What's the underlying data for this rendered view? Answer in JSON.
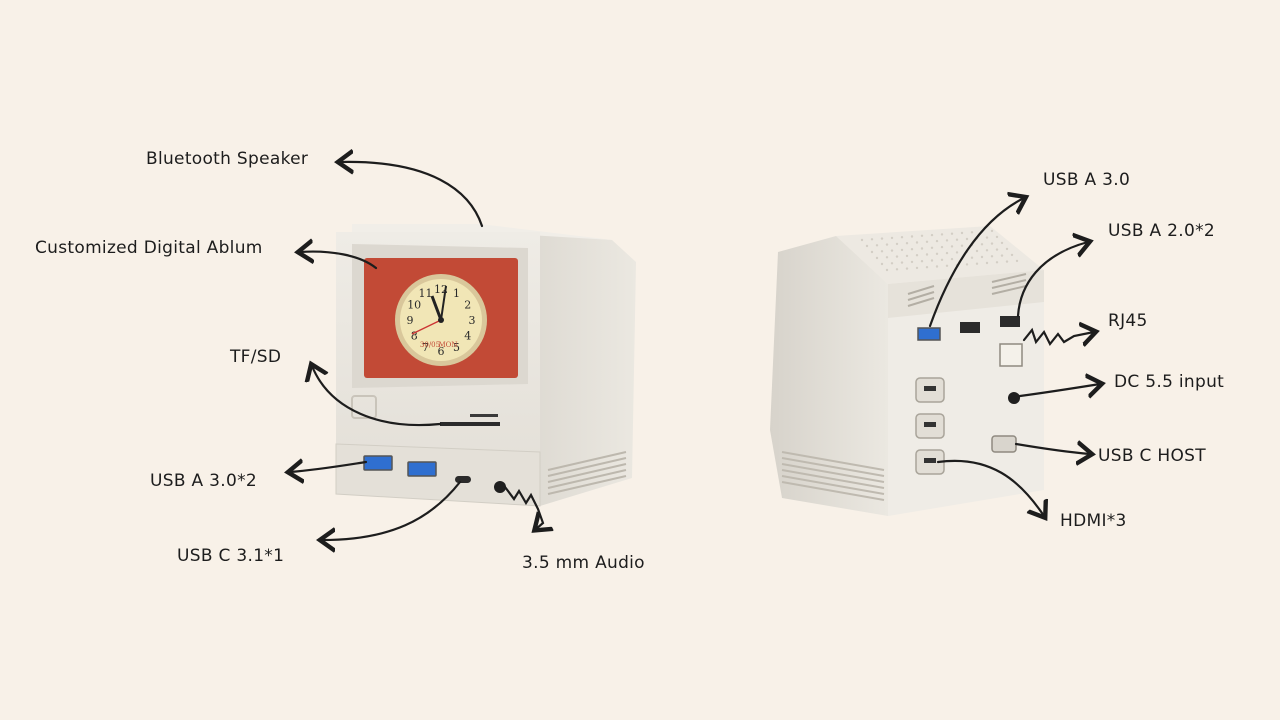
{
  "colors": {
    "background": "#f8f1e8",
    "device_body": "#e8e4dc",
    "screen_red": "#c24a36",
    "clock_face": "#f1e6b6",
    "usb3_blue": "#2f6fd0",
    "ink": "#1d1d1d"
  },
  "front_labels": {
    "bluetooth": "Bluetooth Speaker",
    "album": "Customized Digital Ablum",
    "tfsd": "TF/SD",
    "usb_a": "USB A 3.0*2",
    "usb_c": "USB C 3.1*1",
    "audio": "3.5 mm Audio"
  },
  "back_labels": {
    "usb_a3": "USB A 3.0",
    "usb_a2": "USB A 2.0*2",
    "rj45": "RJ45",
    "dc": "DC 5.5 input",
    "usbc_host": "USB C HOST",
    "hdmi": "HDMI*3"
  },
  "clock": {
    "numbers": [
      "12",
      "1",
      "2",
      "3",
      "4",
      "5",
      "6",
      "7",
      "8",
      "9",
      "10",
      "11"
    ],
    "date": "30/05",
    "day": "MON"
  }
}
